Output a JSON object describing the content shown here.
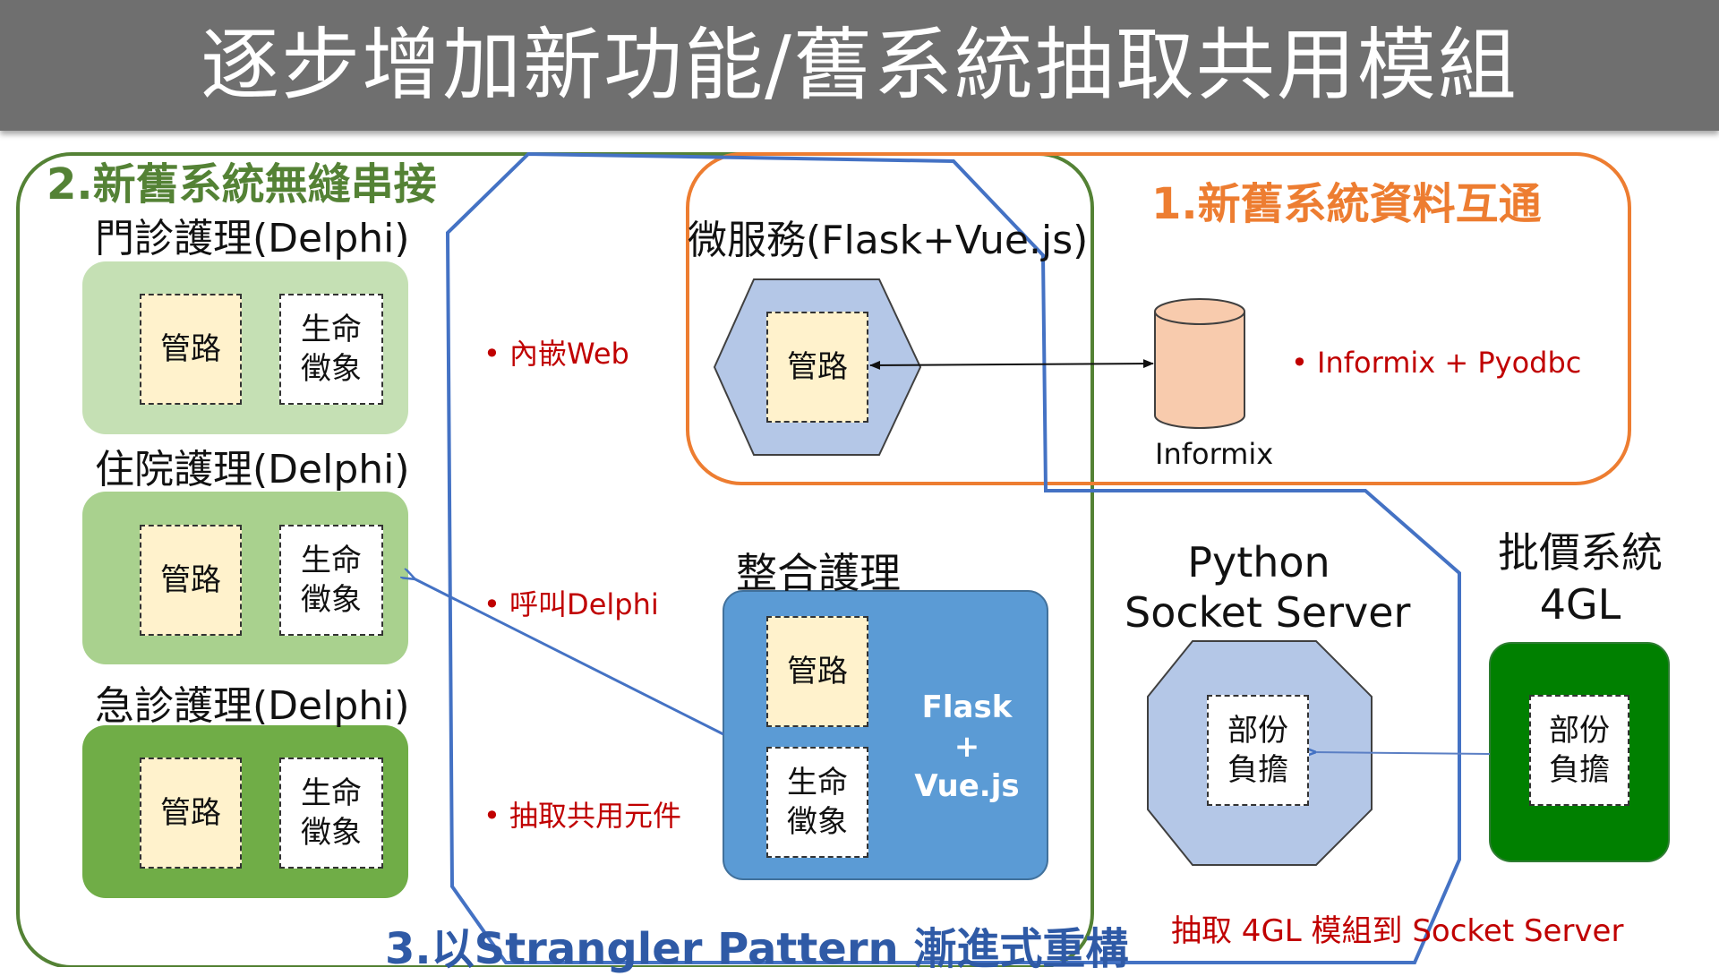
{
  "title": "逐步增加新功能/舊系統抽取共用模組",
  "sections": {
    "seamless": "2.新舊系統無縫串接",
    "data_sync": "1.新舊系統資料互通",
    "strangler": "3.以Strangler Pattern 漸進式重構"
  },
  "legacy_panels": [
    {
      "title": "門診護理(Delphi)",
      "cell_a": "管路",
      "cell_b_line1": "生命",
      "cell_b_line2": "徵象"
    },
    {
      "title": "住院護理(Delphi)",
      "cell_a": "管路",
      "cell_b_line1": "生命",
      "cell_b_line2": "徵象"
    },
    {
      "title": "急診護理(Delphi)",
      "cell_a": "管路",
      "cell_b_line1": "生命",
      "cell_b_line2": "徵象"
    }
  ],
  "bullets": {
    "embed_web": "內嵌Web",
    "call_delphi": "呼叫Delphi",
    "extract_components": "抽取共用元件",
    "informix_pyodbc": "Informix + Pyodbc"
  },
  "microservice": {
    "title": "微服務(Flask+Vue.js)",
    "cell": "管路"
  },
  "database": {
    "label": "Informix"
  },
  "integrated": {
    "title": "整合護理",
    "cell_a": "管路",
    "cell_b_line1": "生命",
    "cell_b_line2": "徵象",
    "tech_line1": "Flask",
    "tech_line2": "+",
    "tech_line3": "Vue.js"
  },
  "socket_server": {
    "title_line1": "Python",
    "title_line2": "Socket Server",
    "cell_line1": "部份",
    "cell_line2": "負擔"
  },
  "billing": {
    "title_line1": "批價系統",
    "title_line2": "4GL",
    "cell_line1": "部份",
    "cell_line2": "負擔"
  },
  "footnote": "抽取 4GL 模組到 Socket Server",
  "colors": {
    "title_bar": "#6f6f6f",
    "green_border": "#548235",
    "orange_border": "#ed7d31",
    "blue_border": "#4472c4",
    "panel_light_green": "#c5e0b4",
    "panel_mid_green": "#a9d18e",
    "panel_dark_green": "#70ad47",
    "billing_green": "#008000",
    "hexagon_fill": "#b4c7e7",
    "integrated_fill": "#5b9bd5",
    "cylinder_fill": "#f8cbad",
    "cell_yellow": "#fff2cc",
    "bullet_red": "#c00000"
  }
}
